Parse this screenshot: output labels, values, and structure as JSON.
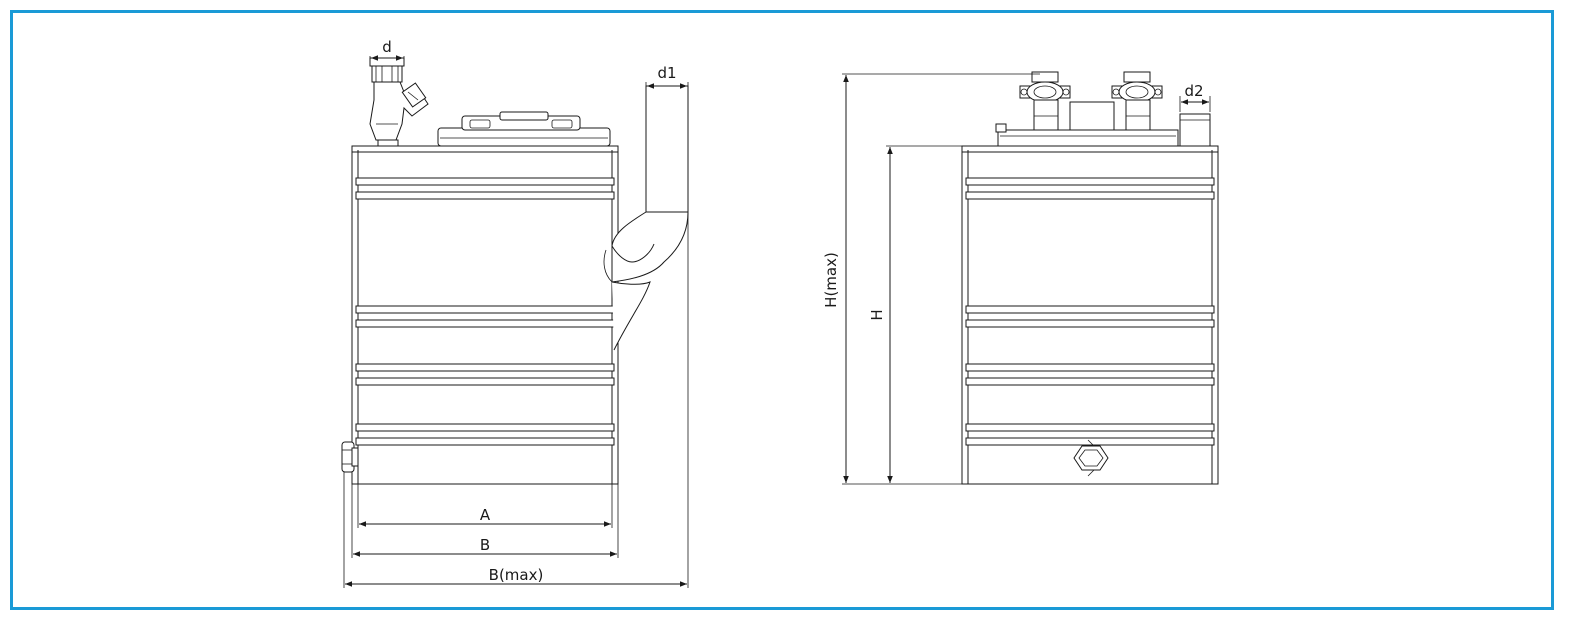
{
  "colors": {
    "frame": "#1a9ad6",
    "line": "#1a1a1a",
    "background": "#ffffff"
  },
  "labels": {
    "d": "d",
    "d1": "d1",
    "d2": "d2",
    "A": "A",
    "B": "B",
    "Bmax": "B(max)",
    "H": "H",
    "Hmax": "H(max)"
  }
}
